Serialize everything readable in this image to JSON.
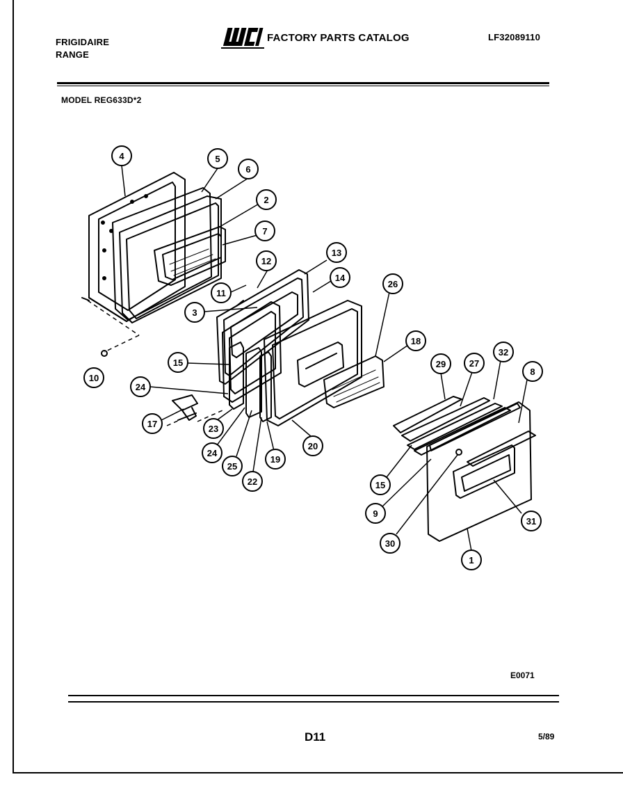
{
  "header": {
    "brand": "FRIGIDAIRE",
    "product": "RANGE",
    "catalog_title": "FACTORY PARTS CATALOG",
    "logo_text": "WCI",
    "catalog_code": "LF32089110",
    "model": "MODEL REG633D*2"
  },
  "footer": {
    "figure_code": "E0071",
    "page_id": "D11",
    "date": "5/89"
  },
  "callouts": [
    {
      "id": "c4",
      "label": "4"
    },
    {
      "id": "c5",
      "label": "5"
    },
    {
      "id": "c6",
      "label": "6"
    },
    {
      "id": "c2",
      "label": "2"
    },
    {
      "id": "c7",
      "label": "7"
    },
    {
      "id": "c12",
      "label": "12"
    },
    {
      "id": "c13",
      "label": "13"
    },
    {
      "id": "c11",
      "label": "11"
    },
    {
      "id": "c14",
      "label": "14"
    },
    {
      "id": "c26",
      "label": "26"
    },
    {
      "id": "c3",
      "label": "3"
    },
    {
      "id": "c18",
      "label": "18"
    },
    {
      "id": "c15a",
      "label": "15"
    },
    {
      "id": "c10",
      "label": "10"
    },
    {
      "id": "c29",
      "label": "29"
    },
    {
      "id": "c27",
      "label": "27"
    },
    {
      "id": "c32",
      "label": "32"
    },
    {
      "id": "c8",
      "label": "8"
    },
    {
      "id": "c24a",
      "label": "24"
    },
    {
      "id": "c17",
      "label": "17"
    },
    {
      "id": "c23",
      "label": "23"
    },
    {
      "id": "c20",
      "label": "20"
    },
    {
      "id": "c24b",
      "label": "24"
    },
    {
      "id": "c25",
      "label": "25"
    },
    {
      "id": "c19",
      "label": "19"
    },
    {
      "id": "c22",
      "label": "22"
    },
    {
      "id": "c15b",
      "label": "15"
    },
    {
      "id": "c9",
      "label": "9"
    },
    {
      "id": "c31",
      "label": "31"
    },
    {
      "id": "c30",
      "label": "30"
    },
    {
      "id": "c1",
      "label": "1"
    }
  ]
}
